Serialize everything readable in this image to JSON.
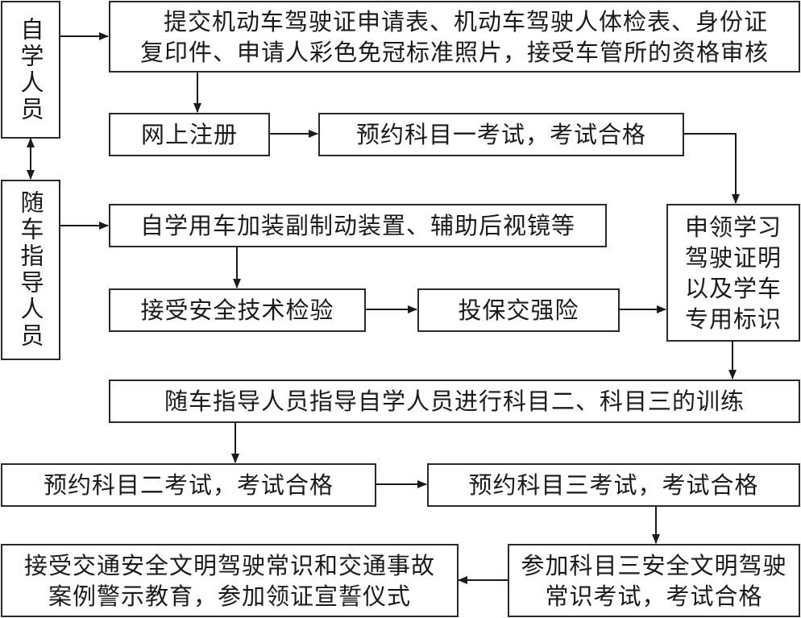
{
  "diagram": {
    "type": "flowchart",
    "nodes": {
      "self_learner": {
        "label": "自学人员"
      },
      "accompanying_instructor": {
        "label": "随车指导人员"
      },
      "submit_documents": {
        "lines": [
          "提交机动车驾驶证申请表、机动车驾驶人体检表、身份证",
          "复印件、申请人彩色免冠标准照片，接受车管所的资格审核"
        ]
      },
      "online_registration": {
        "label": "网上注册"
      },
      "subject_one_exam": {
        "label": "预约科目一考试，考试合格"
      },
      "vehicle_modification": {
        "label": "自学用车加装副制动装置、辅助后视镜等"
      },
      "safety_inspection": {
        "label": "接受安全技术检验"
      },
      "insurance": {
        "label": "投保交强险"
      },
      "learner_permit": {
        "lines": [
          "申领学习",
          "驾驶证明",
          "以及学车",
          "专用标识"
        ]
      },
      "training": {
        "label": "随车指导人员指导自学人员进行科目二、科目三的训练"
      },
      "subject_two_exam": {
        "label": "预约科目二考试，考试合格"
      },
      "subject_three_exam": {
        "label": "预约科目三考试，考试合格"
      },
      "safety_knowledge_exam": {
        "lines": [
          "参加科目三安全文明驾驶",
          "常识考试，考试合格"
        ]
      },
      "final_education": {
        "lines": [
          "接受交通安全文明驾驶常识和交通事故",
          "案例警示教育，参加领证宣誓仪式"
        ]
      }
    },
    "edges": [
      {
        "from": "self_learner",
        "to": "submit_documents"
      },
      {
        "from": "self_learner",
        "to": "accompanying_instructor",
        "bidirectional": true
      },
      {
        "from": "submit_documents",
        "to": "online_registration"
      },
      {
        "from": "online_registration",
        "to": "subject_one_exam"
      },
      {
        "from": "subject_one_exam",
        "to": "learner_permit"
      },
      {
        "from": "accompanying_instructor",
        "to": "vehicle_modification"
      },
      {
        "from": "vehicle_modification",
        "to": "safety_inspection"
      },
      {
        "from": "safety_inspection",
        "to": "insurance"
      },
      {
        "from": "insurance",
        "to": "learner_permit"
      },
      {
        "from": "learner_permit",
        "to": "training"
      },
      {
        "from": "training",
        "to": "subject_two_exam"
      },
      {
        "from": "subject_two_exam",
        "to": "subject_three_exam"
      },
      {
        "from": "subject_three_exam",
        "to": "safety_knowledge_exam"
      },
      {
        "from": "safety_knowledge_exam",
        "to": "final_education"
      }
    ]
  }
}
